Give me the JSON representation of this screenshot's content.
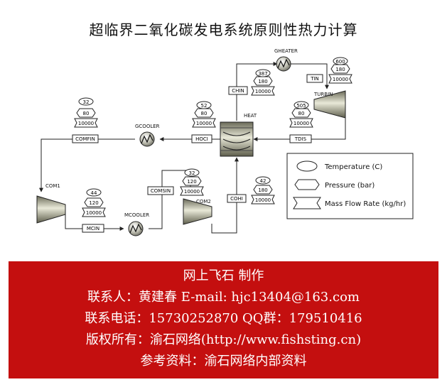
{
  "title": "超临界二氧化碳发电系统原则性热力计算",
  "colors": {
    "banner_bg": "#c40f0f",
    "banner_text": "#ffffff",
    "line": "#222222"
  },
  "equipment": {
    "gheater": "GHEATER",
    "turbin": "TURBIN",
    "heat": "HEAT",
    "gcooler": "GCOOLER",
    "com1": "COM1",
    "com2": "COM2",
    "mcooler": "MCOOLER"
  },
  "streams": {
    "chin": {
      "label": "CHIN",
      "t": "387",
      "p": "180",
      "m": "10000"
    },
    "tin": {
      "label": "TIN",
      "t": "600",
      "p": "180",
      "m": "10000"
    },
    "tdis": {
      "label": "TDIS",
      "t": "505",
      "p": "80",
      "m": "10000"
    },
    "hoci": {
      "label": "HOCI",
      "t": "52",
      "p": "80",
      "m": "10000"
    },
    "comfin": {
      "label": "COMFIN",
      "t": "32",
      "p": "80",
      "m": "10000"
    },
    "mcin": {
      "label": "MCIN",
      "t": "44",
      "p": "120",
      "m": "10000"
    },
    "comsin": {
      "label": "COMSIN",
      "t": "32",
      "p": "120",
      "m": "10000"
    },
    "cohi": {
      "label": "COHI",
      "t": "42",
      "p": "180",
      "m": "10000"
    }
  },
  "legend": {
    "temperature": "Temperature (C)",
    "pressure": "Pressure (bar)",
    "mass_flow": "Mass Flow Rate (kg/hr)"
  },
  "banner": {
    "line1": "网上飞石 制作",
    "line2": "联系人：黄建春 E-mail: hjc13404@163.com",
    "line3": "联系电话：15730252870 QQ群：179510416",
    "line4": "版权所有：渝石网络(http://www.fishsting.cn)",
    "line5": "参考资料：渝石网络内部资料"
  }
}
